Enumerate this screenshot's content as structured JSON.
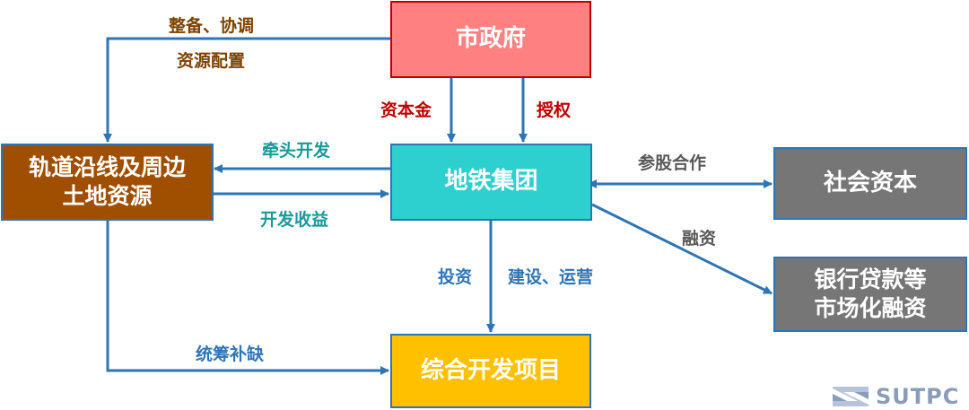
{
  "nodes": {
    "city_government": "市政府",
    "metro_group": "地铁集团",
    "rail_land": "轨道沿线及周边\n土地资源",
    "social_capital": "社会资本",
    "bank_financing": "银行贷款等\n市场化融资",
    "integrated_project": "综合开发项目"
  },
  "edges": {
    "consolidate_coordinate": "整备、协调",
    "allocate_resources": "资源配置",
    "capital": "资本金",
    "authorize": "授权",
    "lead_development": "牵头开发",
    "development_revenue": "开发收益",
    "equity_cooperation": "参股合作",
    "financing": "融资",
    "invest": "投资",
    "build_operate": "建设、运营",
    "overall_planning": "统筹补缺"
  },
  "logo": {
    "text": "SUTPC"
  },
  "colors": {
    "arrow": "#2e75b6",
    "city_fill": "#ff8080",
    "city_border": "#c00000",
    "metro_fill": "#2ecfcf",
    "metro_border": "#2e75b6",
    "land_fill": "#a04f00",
    "land_border": "#2e75b6",
    "grey_fill": "#767676",
    "grey_border": "#2e75b6",
    "project_fill": "#ffc000",
    "project_border": "#2e75b6",
    "label_brown": "#7f4200",
    "label_red": "#c00000",
    "label_teal": "#1a9a9a",
    "label_blue": "#2e75b6",
    "label_grey": "#595959"
  }
}
